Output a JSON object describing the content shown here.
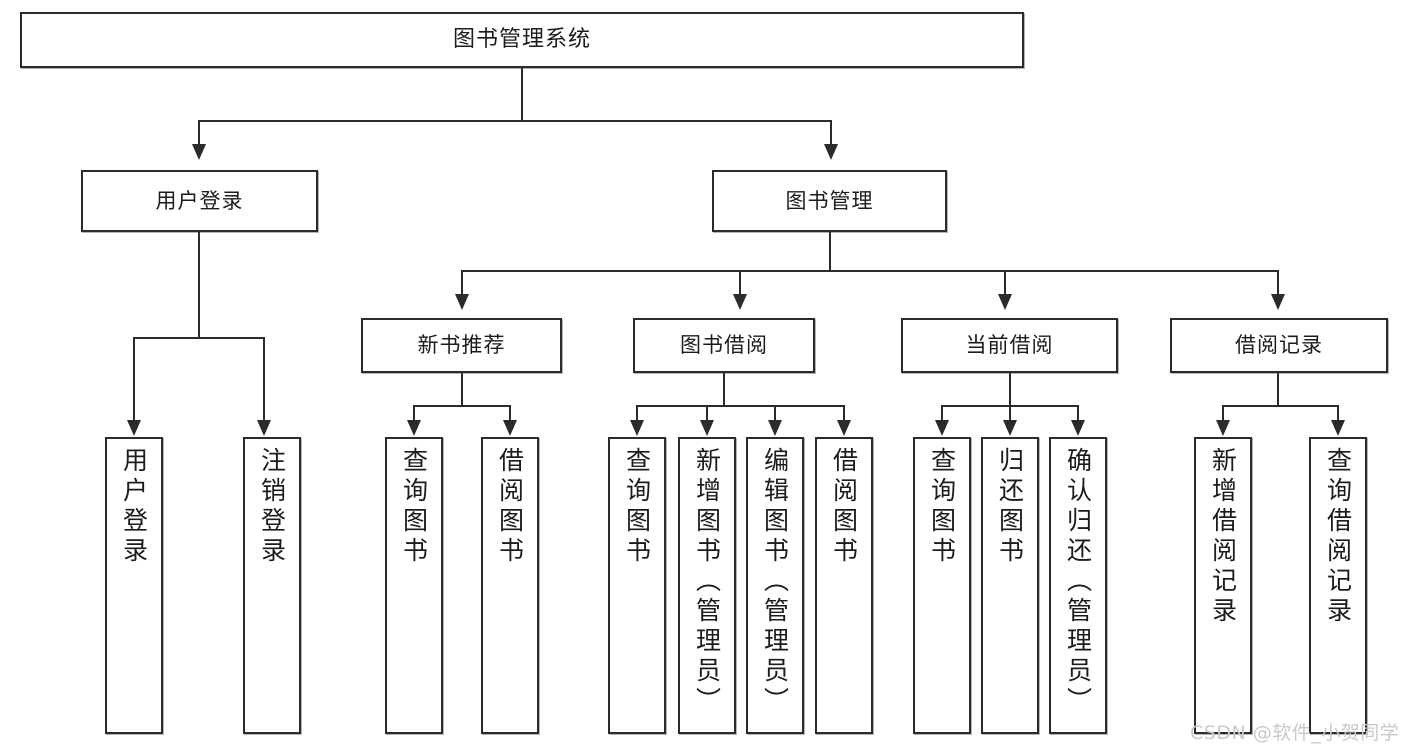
{
  "diagram": {
    "title": "图书管理系统",
    "type": "tree",
    "watermark": "CSDN @软件_小贺同学",
    "colors": {
      "stroke": "#2b2b2b",
      "fill": "#ffffff",
      "text": "#1c1c1c",
      "watermark": "#c9c9c9"
    },
    "nodes": {
      "root": {
        "label": "图书管理系统",
        "level": 0
      },
      "l1": [
        {
          "id": "user-login",
          "label": "用户登录"
        },
        {
          "id": "book-manage",
          "label": "图书管理"
        }
      ],
      "l2": [
        {
          "id": "new-book-recommend",
          "label": "新书推荐"
        },
        {
          "id": "book-borrow",
          "label": "图书借阅"
        },
        {
          "id": "current-borrow",
          "label": "当前借阅"
        },
        {
          "id": "borrow-record",
          "label": "借阅记录"
        }
      ],
      "leaves": {
        "user-login": [
          {
            "id": "leaf-user-login",
            "label": "用户登录"
          },
          {
            "id": "leaf-logout-login",
            "label": "注销登录"
          }
        ],
        "new-book-recommend": [
          {
            "id": "leaf-query-book-1",
            "label": "查询图书"
          },
          {
            "id": "leaf-borrow-book-1",
            "label": "借阅图书"
          }
        ],
        "book-borrow": [
          {
            "id": "leaf-query-book-2",
            "label": "查询图书"
          },
          {
            "id": "leaf-add-book",
            "label": "新增图书（管理员）"
          },
          {
            "id": "leaf-edit-book",
            "label": "编辑图书（管理员）"
          },
          {
            "id": "leaf-borrow-book-2",
            "label": "借阅图书"
          }
        ],
        "current-borrow": [
          {
            "id": "leaf-query-book-3",
            "label": "查询图书"
          },
          {
            "id": "leaf-return-book",
            "label": "归还图书"
          },
          {
            "id": "leaf-confirm-return",
            "label": "确认归还（管理员）"
          }
        ],
        "borrow-record": [
          {
            "id": "leaf-add-record",
            "label": "新增借阅记录"
          },
          {
            "id": "leaf-query-record",
            "label": "查询借阅记录"
          }
        ]
      }
    }
  }
}
